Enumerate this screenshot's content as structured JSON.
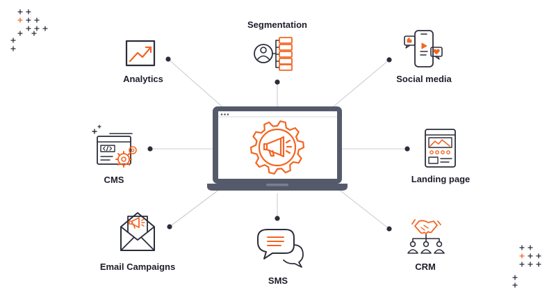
{
  "colors": {
    "accent": "#f26522",
    "ink": "#2b2d3a",
    "laptop": "#555a6b",
    "line": "#c8ccd3"
  },
  "nodes": {
    "segmentation": {
      "label": "Segmentation",
      "icon": "segmentation-icon"
    },
    "analytics": {
      "label": "Analytics",
      "icon": "trend-chart-icon"
    },
    "social_media": {
      "label": "Social media",
      "icon": "smartphone-social-icon"
    },
    "cms": {
      "label": "CMS",
      "icon": "code-window-gear-icon"
    },
    "landing_page": {
      "label": "Landing page",
      "icon": "webpage-layout-icon"
    },
    "email_campaigns": {
      "label": "Email Campaigns",
      "icon": "envelope-megaphone-icon"
    },
    "sms": {
      "label": "SMS",
      "icon": "chat-bubbles-icon"
    },
    "crm": {
      "label": "CRM",
      "icon": "handshake-team-icon"
    }
  },
  "center": {
    "icon": "gear-megaphone-laptop-icon"
  }
}
